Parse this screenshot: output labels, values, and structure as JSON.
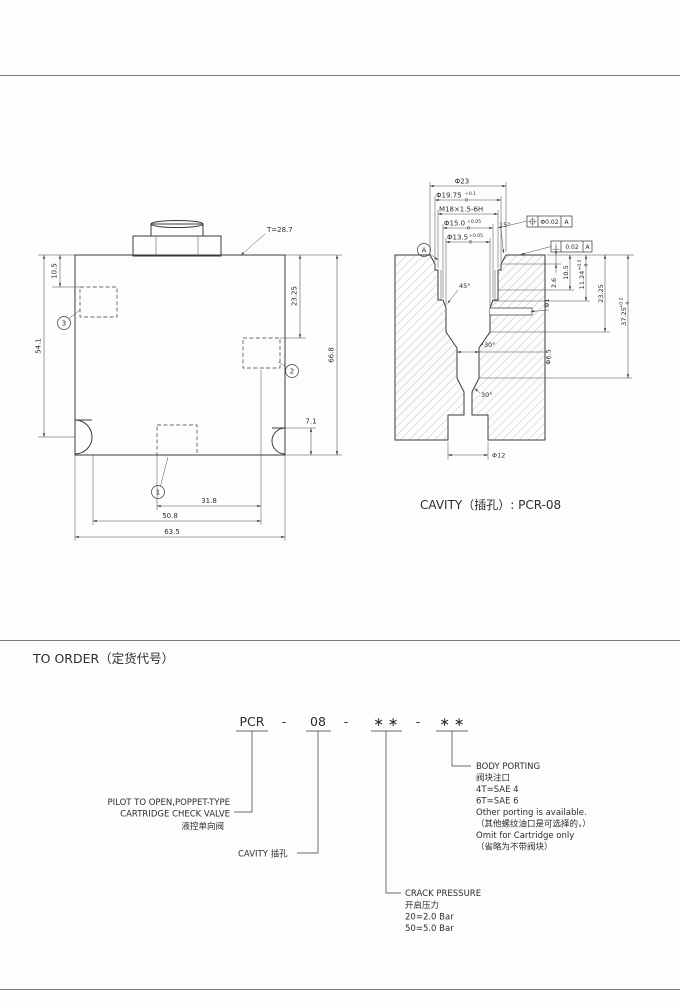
{
  "page": {
    "bg": "#fdfdfd",
    "ink": "#3a3a3a"
  },
  "body_view": {
    "t_callout": "T=28.7",
    "dims": {
      "h10_5": "10.5",
      "h54_1": "54.1",
      "h23_25": "23.25",
      "h66_8": "66.8",
      "h7_1": "7.1",
      "w31_8": "31.8",
      "w50_8": "50.8",
      "w63_5": "63.5"
    },
    "ports": {
      "p1": "1",
      "p2": "2",
      "p3": "3"
    }
  },
  "cavity_view": {
    "caption": "CAVITY（插孔）: PCR-08",
    "top_dims": {
      "phi23": "Φ23",
      "phi19_75": "Φ19.75",
      "phi19_75_up": "+0.1",
      "phi19_75_dn": "0",
      "m18": "M18×1.5-6H",
      "phi15": "Φ15.0",
      "phi15_up": "+0.05",
      "phi15_dn": "0",
      "angle15": "15°",
      "phi13_5": "Φ13.5",
      "phi13_5_up": "+0.05",
      "phi13_5_dn": "0"
    },
    "gdt": {
      "position_value": "Φ0.02",
      "position_datum": "A",
      "perp_value": "0.02",
      "perp_datum": "A",
      "datum_label": "A"
    },
    "side_dims": {
      "d2_6": "2.6",
      "phi1": "Φ1",
      "d10_5": "10.5",
      "d11_24": "11.24",
      "d11_24_up": "+0.5",
      "d11_24_dn": "0",
      "d23_25": "23.25",
      "d37_25": "37.25",
      "d37_25_up": "+0.2",
      "d37_25_dn": "0",
      "phi6_5": "Φ6.5",
      "angle45": "45°",
      "angle30_upper": "30°",
      "angle30_lower": "30°",
      "phi12": "Φ12"
    }
  },
  "order": {
    "title": "TO ORDER（定货代号）",
    "code": {
      "p1": "PCR",
      "s1": "-",
      "p2": "08",
      "s2": "-",
      "p3": "∗ ∗",
      "s3": "-",
      "p4": "∗ ∗"
    },
    "pilot": {
      "l1": "PILOT TO OPEN,POPPET-TYPE",
      "l2": "CARTRIDGE CHECK VALVE",
      "l3": "液控单向阀"
    },
    "cavity_label": "CAVITY 插孔",
    "body_porting": {
      "l1": "BODY PORTING",
      "l2": "阀块注口",
      "l3": "4T=SAE 4",
      "l4": "6T=SAE 6",
      "l5": "Other porting is available.",
      "l6": "（其他螺纹油口是可选择的，）",
      "l7": "Omit for Cartridge only",
      "l8": "（省略为不带阀块）"
    },
    "crack_pressure": {
      "l1": "CRACK PRESSURE",
      "l2": "开启压力",
      "l3": "20=2.0 Bar",
      "l4": "50=5.0 Bar"
    }
  }
}
